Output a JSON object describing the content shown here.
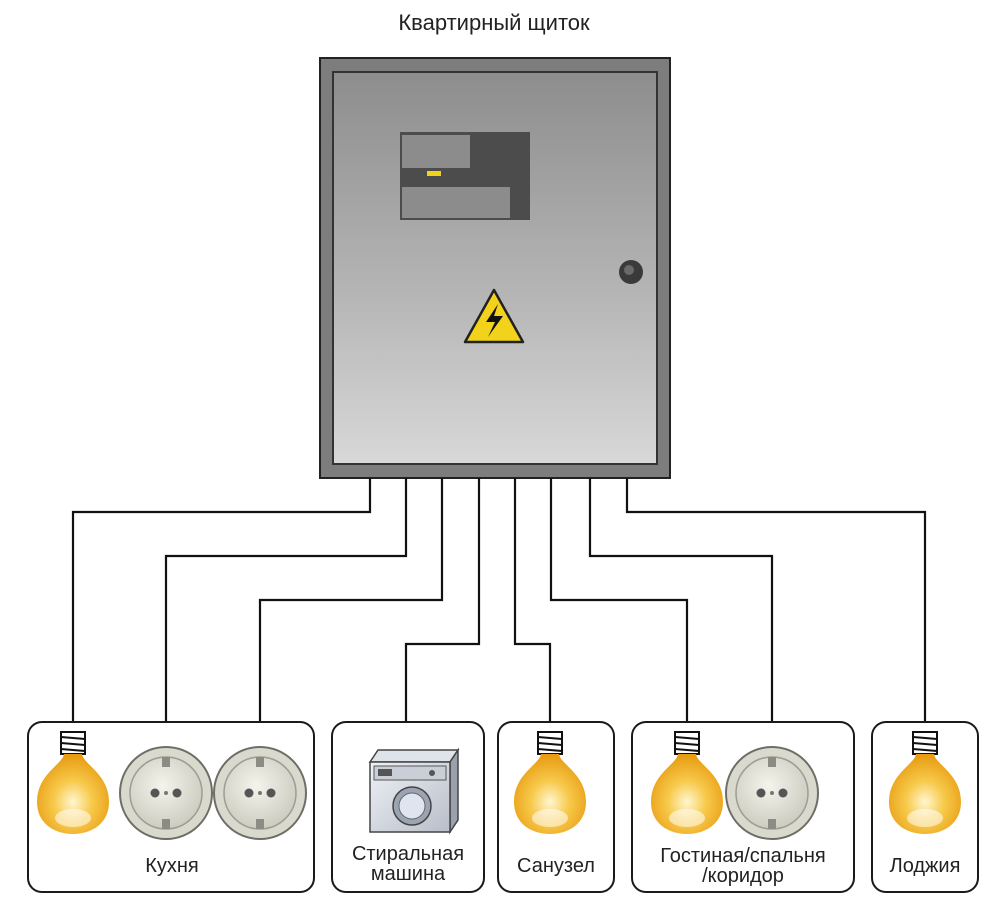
{
  "title": "Квартирный щиток",
  "groups": [
    {
      "id": "kitchen",
      "label_lines": [
        "Кухня"
      ],
      "devices": [
        "bulb-icon",
        "socket-icon",
        "socket-icon"
      ]
    },
    {
      "id": "washer",
      "label_lines": [
        "Стиральная",
        "машина"
      ],
      "devices": [
        "washing-machine-icon"
      ]
    },
    {
      "id": "bathroom",
      "label_lines": [
        "Санузел"
      ],
      "devices": [
        "bulb-icon"
      ]
    },
    {
      "id": "living",
      "label_lines": [
        "Гостиная/спальня",
        "/коридор"
      ],
      "devices": [
        "bulb-icon",
        "socket-icon"
      ]
    },
    {
      "id": "loggia",
      "label_lines": [
        "Лоджия"
      ],
      "devices": [
        "bulb-icon"
      ]
    }
  ],
  "panel_icons": [
    "high-voltage-warning-icon",
    "lock-knob-icon",
    "meter-window-icon"
  ],
  "colors": {
    "panel_body": "#9a9a9a",
    "warning_yellow": "#f2d21a",
    "bulb_glow": "#f5b21c",
    "socket_face": "#e4e4d8",
    "wire": "#111111"
  }
}
